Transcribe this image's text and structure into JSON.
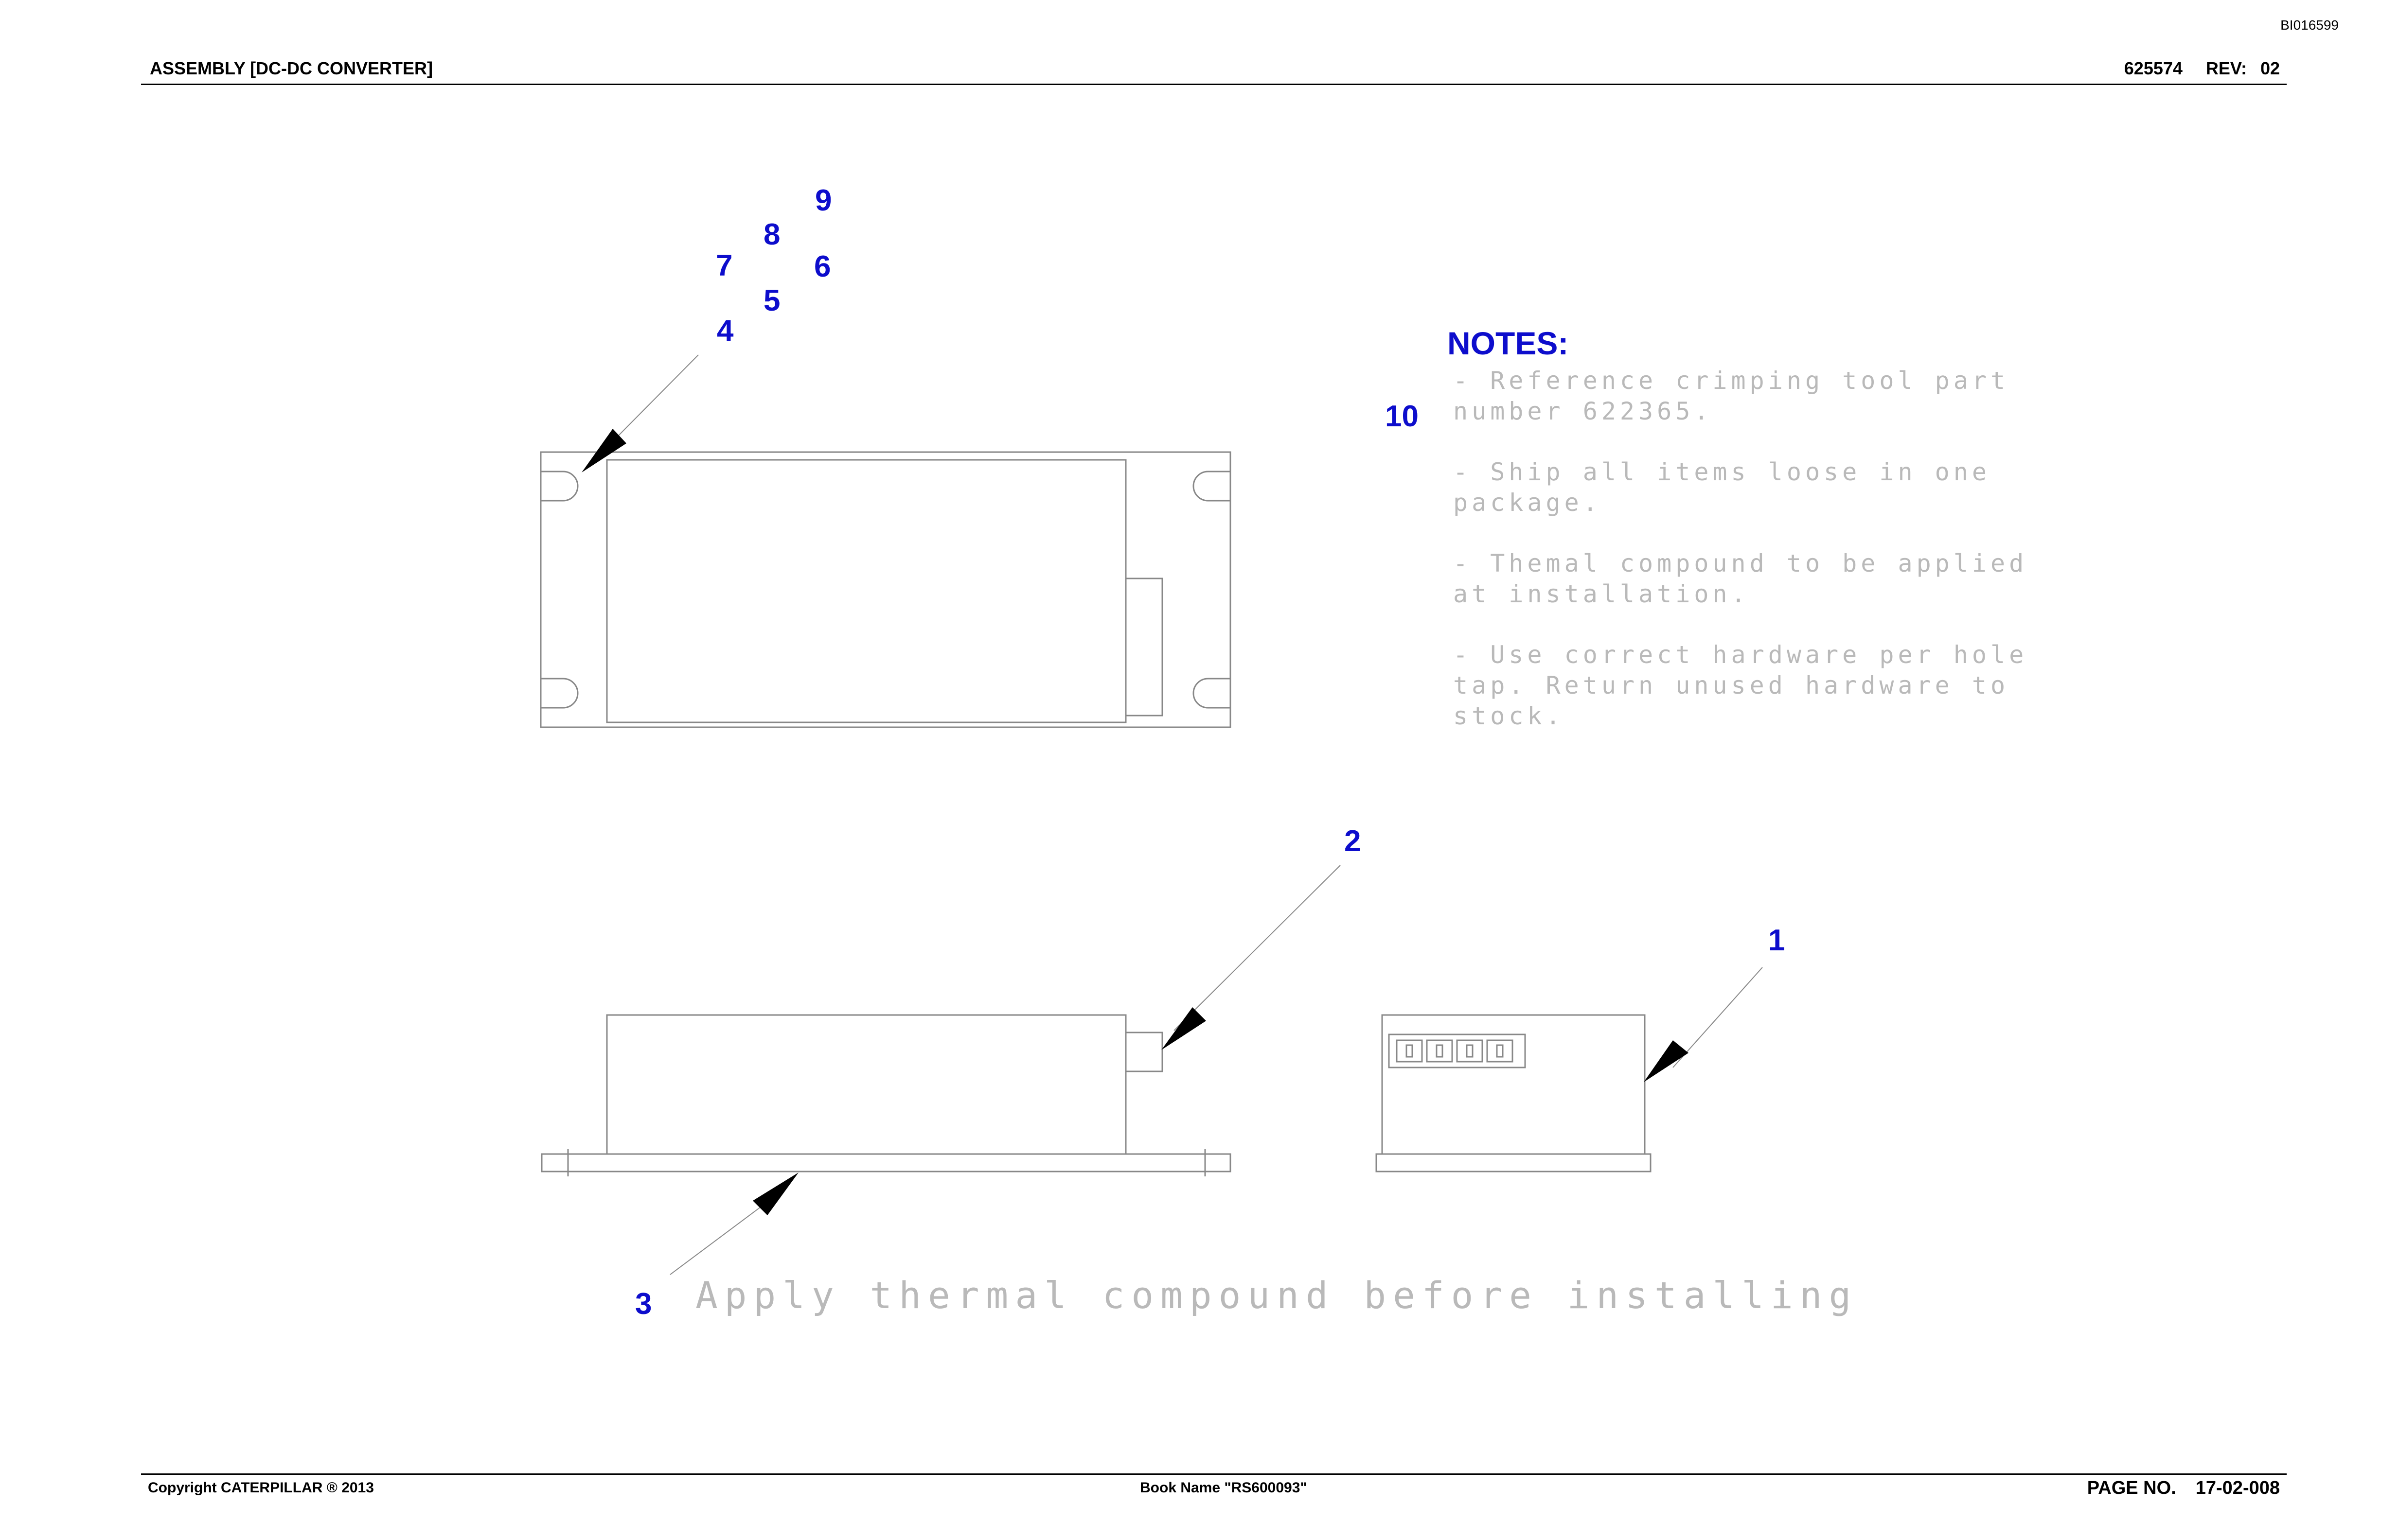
{
  "header": {
    "doc_id": "BI016599",
    "title": "ASSEMBLY [DC-DC CONVERTER]",
    "part_number": "625574",
    "rev_label": "REV:",
    "rev_value": "02"
  },
  "callouts": {
    "c1": "1",
    "c2": "2",
    "c3": "3",
    "c4": "4",
    "c5": "5",
    "c6": "6",
    "c7": "7",
    "c8": "8",
    "c9": "9",
    "c10": "10"
  },
  "notes": {
    "heading": "NOTES:",
    "items": [
      "- Reference crimping tool part number 622365.",
      "- Ship all items loose in one package.",
      "- Themal compound to be applied at installation.",
      "- Use correct hardware per hole tap. Return unused hardware to stock."
    ]
  },
  "thermal_note": "Apply thermal compound before installing",
  "footer": {
    "copyright": "Copyright CATERPILLAR ® 2013",
    "book_name": "Book Name \"RS600093\"",
    "page_label": "PAGE NO.",
    "page_value": "17-02-008"
  },
  "colors": {
    "callout": "#0d0dcc",
    "note_gray": "#b9b9b9",
    "line": "#888888"
  }
}
